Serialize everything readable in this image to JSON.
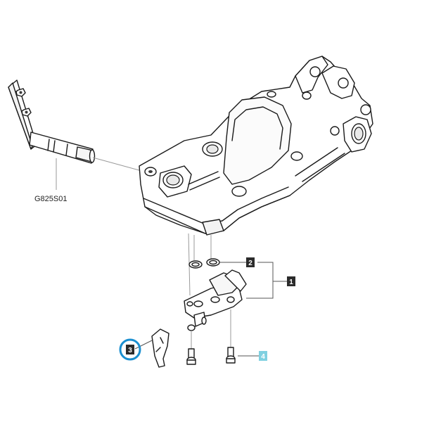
{
  "diagram": {
    "reference_label": "G825S01",
    "callouts": [
      {
        "id": "callout-1",
        "label": "1",
        "style": "dark"
      },
      {
        "id": "callout-2",
        "label": "2",
        "style": "dark"
      },
      {
        "id": "callout-3",
        "label": "3",
        "style": "dark",
        "highlighted": true
      },
      {
        "id": "callout-4",
        "label": "4",
        "style": "light"
      }
    ],
    "colors": {
      "callout_dark": "#2b2b2b",
      "callout_light": "#7fd0e0",
      "highlight_ring": "#1a8fd0",
      "line": "#1a1a1a",
      "leader": "#9a9a9a"
    }
  }
}
